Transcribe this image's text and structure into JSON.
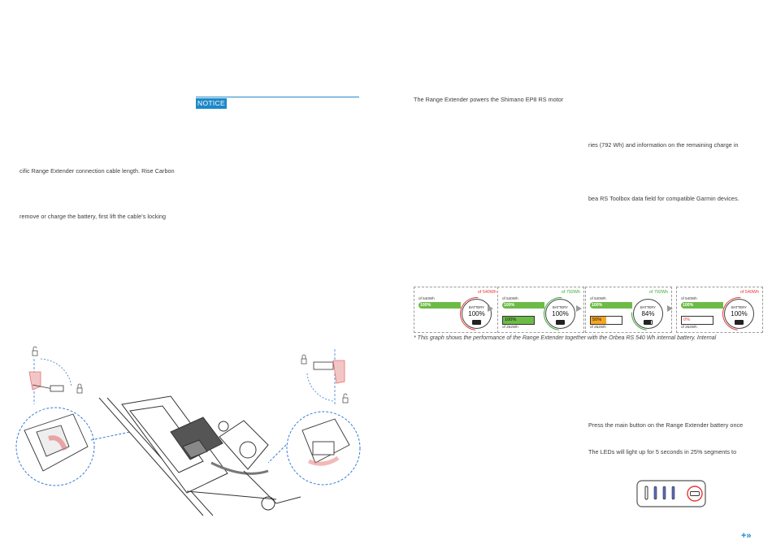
{
  "notice": {
    "label": "NOTICE"
  },
  "left_column": {
    "line1": "cific Range Extender connection cable length. Rise Carbon",
    "line2": "remove or charge the battery, first lift the cable’s locking"
  },
  "right_column": {
    "intro": "The  Range  Extender  powers  the  Shimano  EP8  RS  motor",
    "line_capacity": "ries (792 Wh) and information on the remaining charge in",
    "line_garmin": "bea RS Toolbox data field for compatible Garmin devices.",
    "caption": "* This graph shows the performance of the Range Extender together with the Orbea RS 540 Wh internal battery. Internal",
    "press_line": "Press the main button on the Range Extender battery once",
    "leds_line": "The  LEDs  will  light  up  for  5  seconds  in  25%  segments  to"
  },
  "battery_panels": [
    {
      "top_small": "of 540Wh",
      "bar_label": "100%",
      "head": "of 540Wh",
      "head_color": "#e53935",
      "gauge_label": "BATTERY",
      "gauge_value": "100%",
      "gauge_fill": 1.0,
      "has_extender": false
    },
    {
      "top_small": "of 540Wh",
      "bar_label": "100%",
      "head": "of 792Wh",
      "head_color": "#3aa935",
      "gauge_label": "BATTERY",
      "gauge_value": "100%",
      "gauge_fill": 1.0,
      "has_extender": true,
      "ext_label": "100%",
      "ext_sub": "of 252Wh",
      "ext_color": "#6dbb47",
      "ext_fill": 1.0
    },
    {
      "top_small": "of 540Wh",
      "bar_label": "100%",
      "head": "of 792Wh",
      "head_color": "#3aa935",
      "gauge_label": "BATTERY",
      "gauge_value": "84%",
      "gauge_fill": 0.84,
      "has_extender": true,
      "ext_label": "50%",
      "ext_sub": "of 252Wh",
      "ext_color": "#f5a623",
      "ext_fill": 0.5
    },
    {
      "top_small": "of 540Wh",
      "bar_label": "100%",
      "head": "of 540Wh",
      "head_color": "#e53935",
      "gauge_label": "BATTERY",
      "gauge_value": "100%",
      "gauge_fill": 1.0,
      "has_extender": true,
      "ext_label": "0%",
      "ext_sub": "of 252Wh",
      "ext_color": "#e53935",
      "ext_fill": 0.0
    }
  ],
  "led_indicator": {
    "segments_lit": 4,
    "icon": "battery-button-icon"
  },
  "next_page": {
    "icon": "double-chevron-right-icon",
    "symbol": "+»"
  },
  "colors": {
    "notice": "#1e88c8",
    "accent": "#1e88c8",
    "green": "#6dbb47",
    "red": "#e53935",
    "orange": "#f5a623"
  }
}
